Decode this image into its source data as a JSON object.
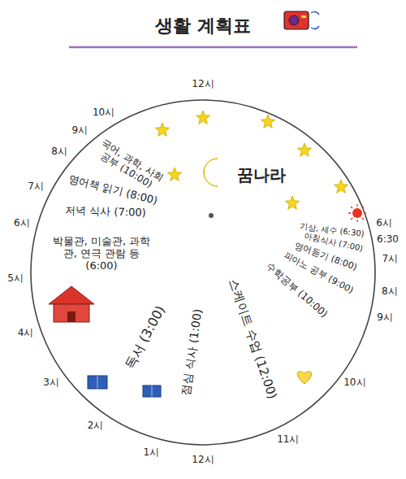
{
  "diagram": {
    "title": "생활 계획표",
    "nodes": [
      {
        "text": [
          "꿈나라"
        ]
      },
      {
        "text": [
          "기상, 세수 (6:30)"
        ]
      },
      {
        "text": [
          "아침식사 (7:00)"
        ]
      },
      {
        "text": [
          "영어듣기 (8:00)"
        ]
      },
      {
        "text": [
          "피아노 공부 (9:00)"
        ]
      },
      {
        "text": [
          "수학공부 (10:00)"
        ]
      },
      {
        "text": [
          "스케이트 수업 (12:00)"
        ]
      },
      {
        "text": [
          "점심 식사 (1:00)"
        ]
      },
      {
        "text": [
          "독서 (3:00)"
        ]
      },
      {
        "text": [
          "박물관, 미술관, 과학관, 연극 관람 등 (6:00)"
        ]
      },
      {
        "text": [
          "저녁 식사 (7:00)"
        ]
      },
      {
        "text": [
          "영어책 읽기 (8:00)"
        ]
      },
      {
        "text": [
          "국어, 과학, 사회 공부 (10:00)"
        ]
      }
    ],
    "labels": [
      "12시",
      "6시",
      "6:30",
      "7시",
      "8시",
      "9시",
      "10시",
      "11시",
      "12시",
      "1시",
      "2시",
      "3시",
      "4시",
      "5시",
      "6시",
      "7시",
      "8시",
      "9시",
      "10시"
    ]
  }
}
